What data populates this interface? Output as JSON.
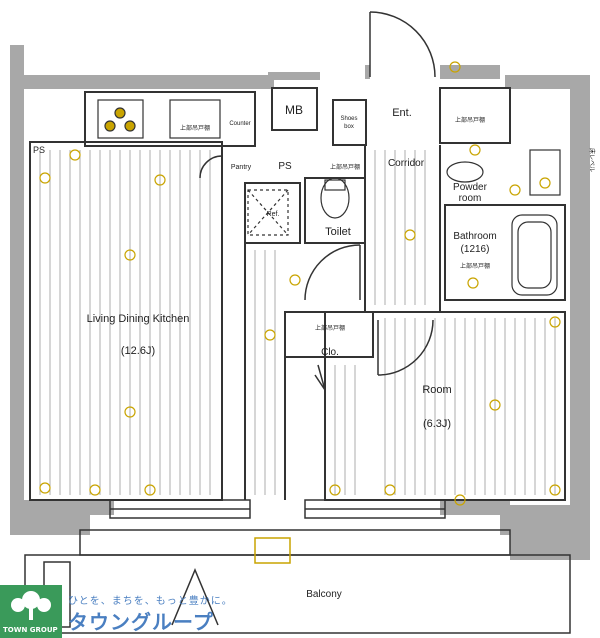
{
  "rooms": {
    "ldk_name": "Living Dining Kitchen",
    "ldk_size": "(12.6J)",
    "room_name": "Room",
    "room_size": "(6.3J)",
    "bathroom_name": "Bathroom",
    "bathroom_size": "(1216)",
    "powder_name": "Powder",
    "powder_name2": "room",
    "toilet": "Toilet",
    "corridor": "Corridor",
    "entrance": "Ent.",
    "closet": "Clo.",
    "mb": "MB",
    "ps_left": "PS",
    "ps_center": "PS",
    "pantry": "Pantry",
    "shoes_box": "Shoes",
    "shoes_box2": "box",
    "counter": "Counter",
    "ref": "Ref.",
    "balcony": "Balcony",
    "upper_storage_1": "上部吊戸棚",
    "upper_storage_2": "上部吊戸棚",
    "upper_storage_3": "上部吊戸棚",
    "upper_storage_4": "上部吊戸棚",
    "upper_storage_5": "上部吊戸棚"
  },
  "marks": {
    "side_note": "床レベル"
  },
  "logo": {
    "tagline": "ひとを、まちを、もっと豊かに。",
    "brand": "タウングループ",
    "sub": "TOWN GROUP"
  },
  "colors": {
    "wall": "#a8a8a8",
    "line": "#333333",
    "fixture": "#c9a400",
    "logo_green": "#3a9a5a",
    "logo_blue": "#4a7fc1"
  }
}
